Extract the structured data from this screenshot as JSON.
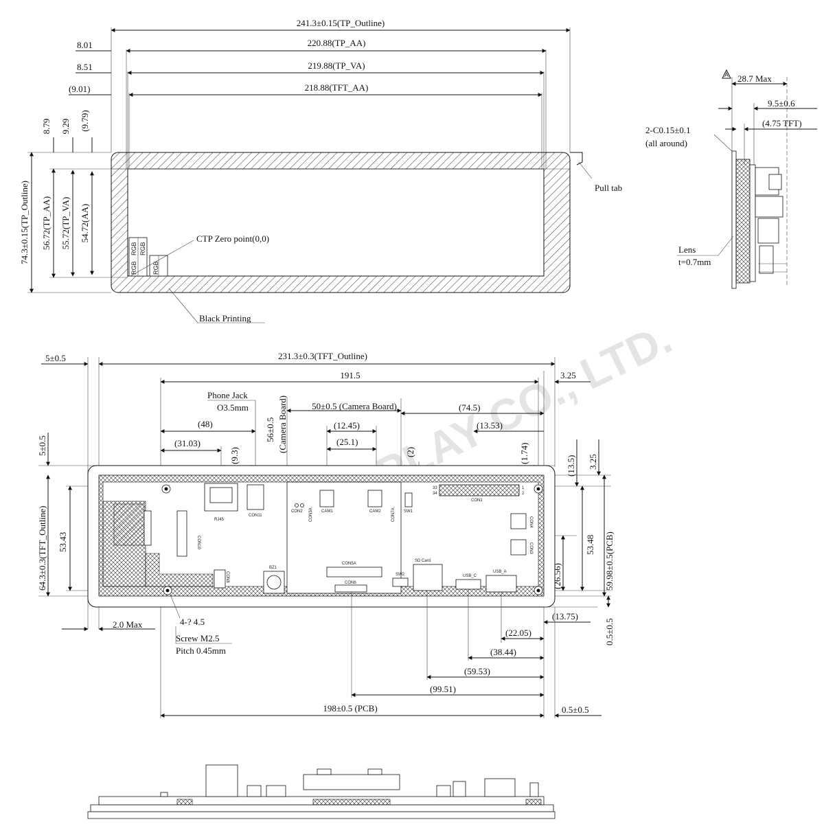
{
  "top_view": {
    "dims_horizontal": [
      "241.3±0.15(TP_Outline)",
      "220.88(TP_AA)",
      "219.88(TP_VA)",
      "218.88(TFT_AA)"
    ],
    "dims_left": [
      "8.01",
      "8.51",
      "(9.01)"
    ],
    "dims_vertical_small": [
      "8.79",
      "9.29",
      "(9.79)"
    ],
    "dims_vertical_big": [
      "74.3±0.15(TP_Outline)",
      "56.72(TP_AA)",
      "55.72(TP_VA)",
      "54.72(AA)"
    ],
    "labels": {
      "pull_tab": "Pull tab",
      "ctp_zero": "CTP Zero point(0,0)",
      "black_printing": "Black Printing",
      "rgb_1": "RGB",
      "rgb_2": "RGB",
      "rgb_3": "RGB",
      "rgb_4": "RGB"
    }
  },
  "side_view": {
    "revision_mark": "A",
    "max_thickness": "28.7 Max",
    "thickness_1": "9.5±0.6",
    "thickness_tft": "(4.75 TFT)",
    "chamfer_1": "2-C0.15±0.1",
    "chamfer_2": "(all around)",
    "lens_1": "Lens",
    "lens_2": "t=0.7mm"
  },
  "back_view": {
    "dims_top": [
      "5±0.5",
      "231.3±0.3(TFT_Outline)",
      "191.5",
      "3.25",
      "50±0.5 (Camera Board)",
      "(74.5)",
      "(48)",
      "(12.45)",
      "(13.53)",
      "(31.03)",
      "(25.1)",
      "(9.3)",
      "(2)",
      "(1.74)"
    ],
    "phone_jack_1": "Phone Jack",
    "phone_jack_2": "O3.5mm",
    "camera_board_1": "56±0.5",
    "camera_board_2": "(Camera Board)",
    "dims_left": [
      "5±0.5",
      "64.3±0.3(TFT_Outline)",
      "53.43"
    ],
    "dims_right": [
      "(13.5)",
      "3.25",
      "53.48",
      "59.98±0.5(PCB)",
      "(26.56)"
    ],
    "dims_bottom": [
      "2.0 Max",
      "4-? 4.5",
      "Screw M2.5",
      "Pitch 0.45mm",
      "(13.75)",
      "0.5±0.5",
      "(22.05)",
      "(38.44)",
      "(59.53)",
      "(99.51)",
      "198±0.5 (PCB)",
      "0.5±0.5"
    ],
    "components": {
      "rj45": "RJ45",
      "con11": "CON11",
      "con2": "CON2",
      "con3a": "CON3A",
      "cam1": "CAM1",
      "cam2": "CAM2",
      "con7a": "CON7A",
      "sw1": "SW1",
      "con1": "CON1",
      "con4": "CON4",
      "con3": "CON3",
      "con5a": "CON5A",
      "con6": "CON6",
      "sw2": "SW2",
      "sd_card": "SD Card",
      "usb_c": "USB_C",
      "usb_a": "USB_A",
      "bz1": "BZ1",
      "con8": "CON8",
      "con10": "CON10",
      "con1_pins_1": "33",
      "con1_pins_2": "34",
      "con1_pins_3": "1",
      "con1_pins_4": "2"
    }
  },
  "watermark": "CHANGA DISPLAY CO., LTD."
}
